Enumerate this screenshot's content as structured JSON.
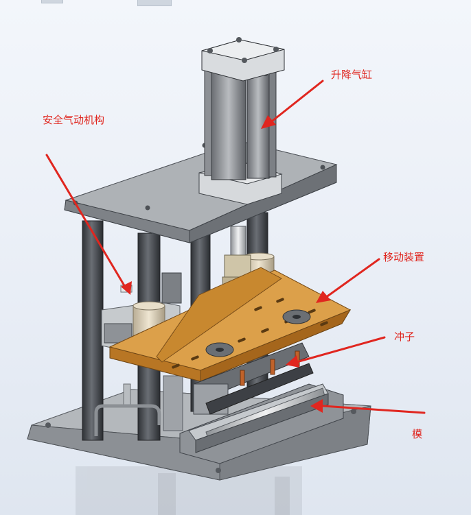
{
  "labels": {
    "lift_cylinder": "升降气缸",
    "safety_mechanism": "安全气动机构",
    "moving_device": "移动装置",
    "punch": "冲子",
    "die": "模"
  },
  "colors": {
    "arrow": "#e0261f",
    "plate": "#a7abb0",
    "plate_dark": "#6f7378",
    "column": "#474b50",
    "wood": "#c9862e",
    "chrome": "#d9dcdf"
  }
}
